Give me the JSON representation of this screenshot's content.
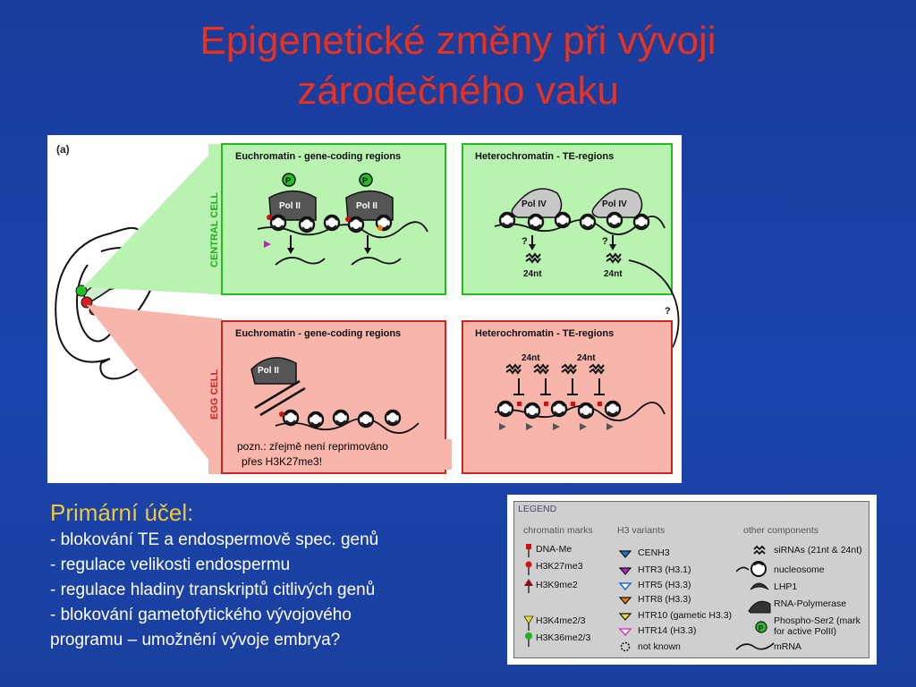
{
  "title": {
    "line1": "Epigenetické změny při vývoji",
    "line2": "zárodečného vaku"
  },
  "figure": {
    "panel_label": "(a)",
    "central_cell_label": "CENTRAL CELL",
    "egg_cell_label": "EGG CELL",
    "euchromatin_title": "Euchromatin - gene-coding regions",
    "heterochromatin_title": "Heterochromatin - TE-regions",
    "pol2": "Pol II",
    "pol4": "Pol IV",
    "phospho": "P",
    "q": "?",
    "nt24": "24nt",
    "note_line1": "pozn.: zřejmě není reprimováno",
    "note_line2": "přes H3K27me3!"
  },
  "purpose": {
    "heading": "Primární účel:",
    "items": [
      "- blokování TE a endospermově spec. genů",
      "- regulace velikosti endospermu",
      "- regulace hladiny transkriptů citlivých genů",
      "- blokování gametofytického vývojového",
      "programu – umožnění vývoje embrya?"
    ]
  },
  "legend": {
    "title": "LEGEND",
    "col1_title": "chromatin marks",
    "col2_title": "H3 variants",
    "col3_title": "other components",
    "chromatin_marks": [
      "DNA-Me",
      "H3K27me3",
      "H3K9me2",
      "H3K4me2/3",
      "H3K36me2/3"
    ],
    "h3_variants": [
      "CENH3",
      "HTR3 (H3.1)",
      "HTR5 (H3.3)",
      "HTR8 (H3.3)",
      "HTR10 (gametic H3.3)",
      "HTR14 (H3.3)",
      "not known"
    ],
    "other": [
      "siRNAs (21nt & 24nt)",
      "nucleosome",
      "LHP1",
      "RNA-Polymerase",
      "Phospho-Ser2 (mark",
      "for active PolII)",
      "mRNA"
    ],
    "colors": {
      "cenh3": "#1e6fd0",
      "htr3": "#c020c0",
      "htr5": "#2a2a2a",
      "htr8": "#f07a10",
      "htr10": "#f0e020",
      "htr14": "#d040d0",
      "dna_me": "#d01010",
      "h3k4": "#e0e020",
      "h3k36": "#20b020"
    }
  }
}
